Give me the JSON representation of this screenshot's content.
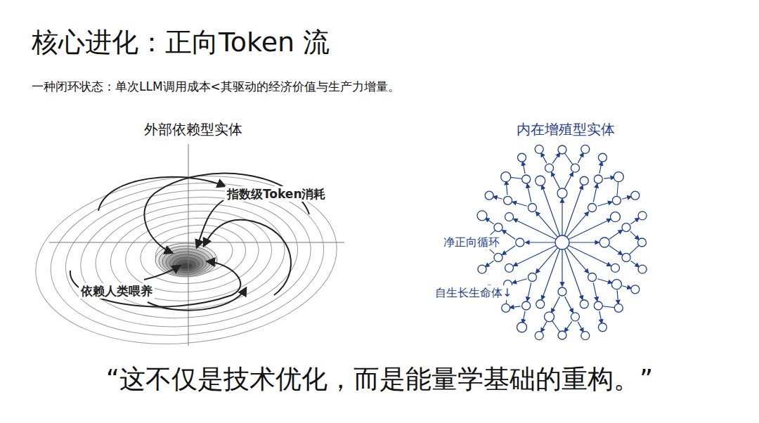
{
  "diagram": {
    "title": "核心进化：正向Token  流",
    "caption": "“这不仅是技术优化，而是能量学基础的重构。”",
    "labels": [
      "一种闭环状态：单次LLM调用成本<其驱动的经济价值与生产力增量。",
      "外部依赖型实体",
      "内在增殖型实体",
      "指数级Token消耗",
      "依赖人类喂养",
      "净正向循环",
      "自生长生命体↓"
    ]
  }
}
